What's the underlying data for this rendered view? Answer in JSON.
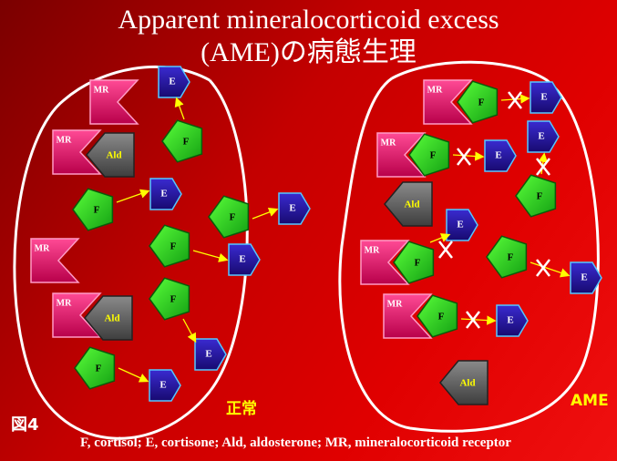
{
  "title": {
    "line1": "Apparent mineralocorticoid excess",
    "line2": "(AME)の病態生理"
  },
  "labels": {
    "normal": "正常",
    "ame": "AME",
    "figure": "図4",
    "caption": "F, cortisol; E, cortisone; Ald, aldosterone; MR, mineralocorticoid receptor"
  },
  "shape_labels": {
    "mr": "MR",
    "f": "F",
    "e": "E",
    "ald": "Ald",
    "block": "X"
  },
  "colors": {
    "mr": "#e0186a",
    "f": "#22cc22",
    "e": "#2a1aa0",
    "ald": "#6a6a6a",
    "arrow": "#ffff00",
    "ring": "#ffffff"
  }
}
